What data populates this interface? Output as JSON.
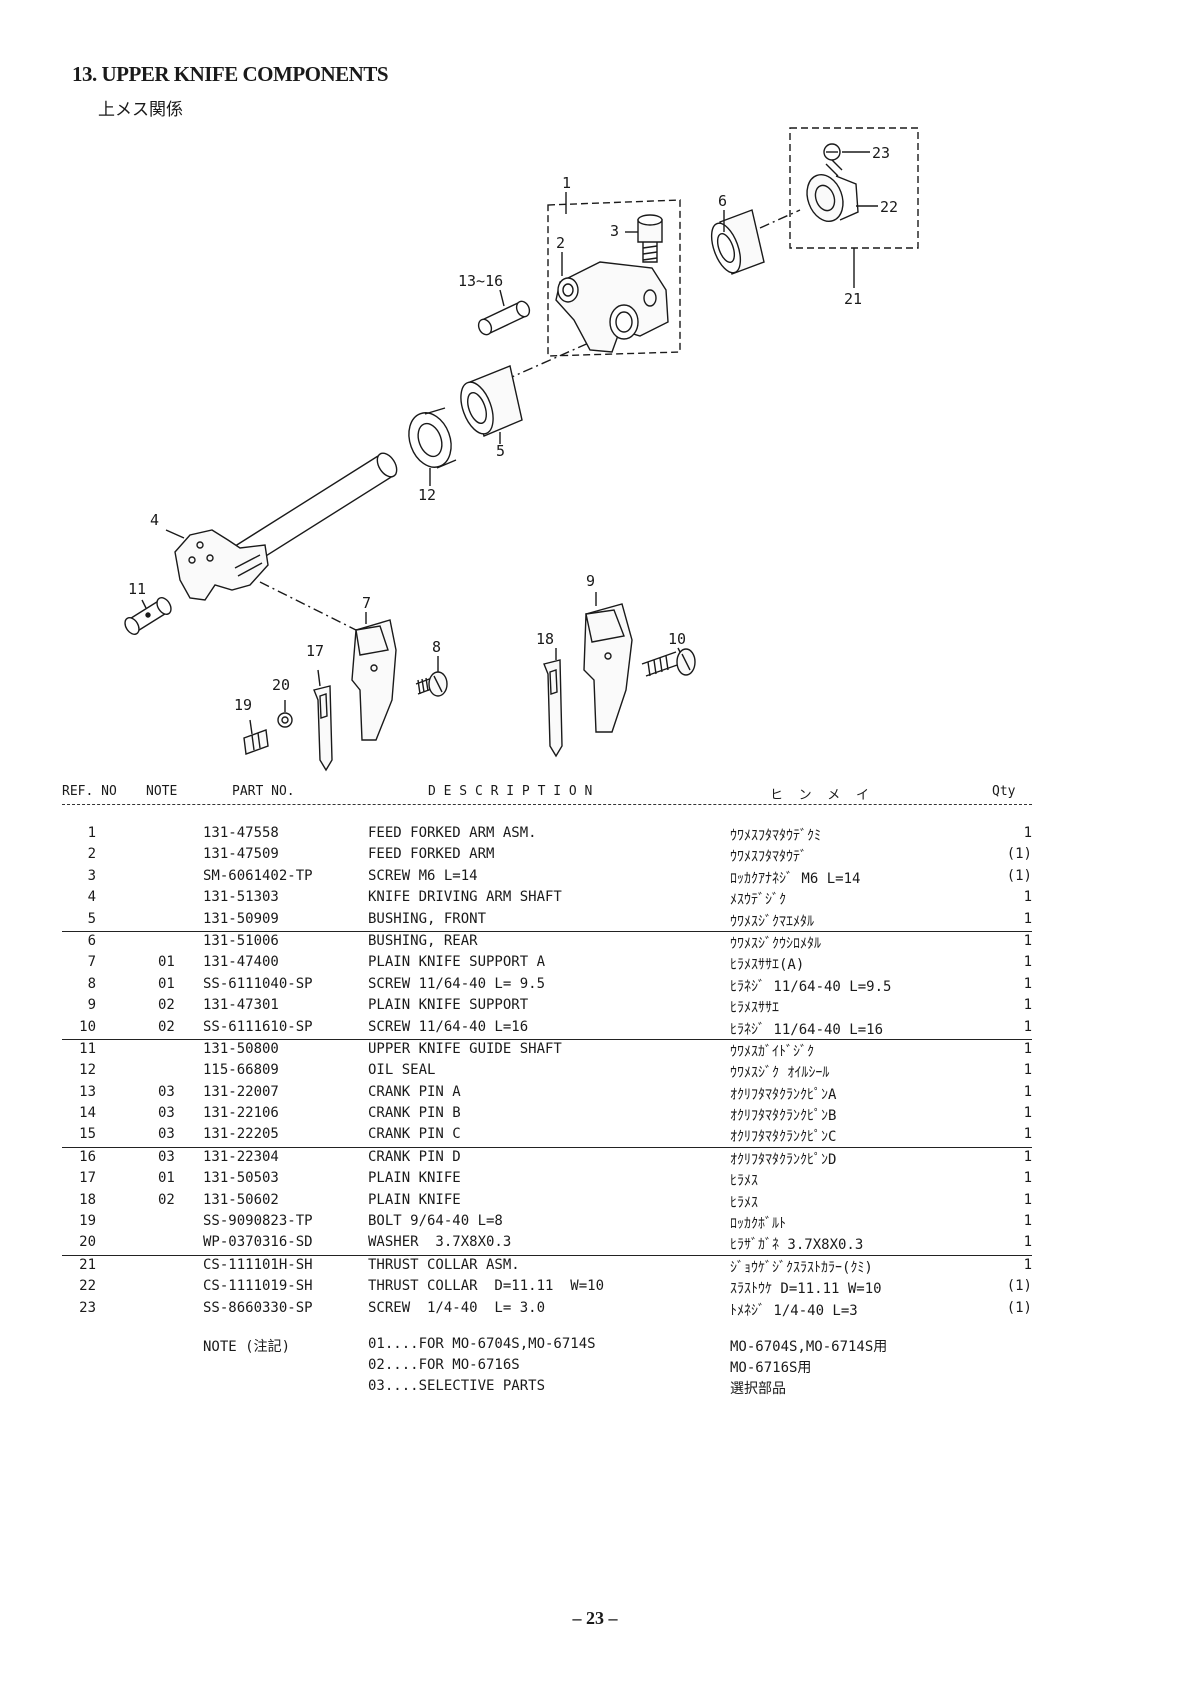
{
  "title": "13. UPPER KNIFE COMPONENTS",
  "subtitle": "上メス関係",
  "diagram": {
    "callouts": [
      "1",
      "2",
      "3",
      "13~16",
      "6",
      "23",
      "22",
      "21",
      "5",
      "12",
      "4",
      "11",
      "7",
      "8",
      "17",
      "20",
      "19",
      "9",
      "18",
      "10"
    ]
  },
  "table": {
    "headers": {
      "ref": "REF. NO",
      "note": "NOTE",
      "part": "PART NO.",
      "desc": "D E S C R I P T I O N",
      "kana": "ヒ  ン  メ  イ",
      "qty": "Qty"
    },
    "rows": [
      {
        "ref": "1",
        "note": "",
        "part": "131-47558",
        "desc": "FEED FORKED ARM ASM.",
        "kana": "ｳﾜﾒｽﾌﾀﾏﾀｳﾃﾞｸﾐ",
        "qty": "1"
      },
      {
        "ref": "2",
        "note": "",
        "part": "131-47509",
        "desc": "FEED FORKED ARM",
        "kana": "ｳﾜﾒｽﾌﾀﾏﾀｳﾃﾞ",
        "qty": "(1)"
      },
      {
        "ref": "3",
        "note": "",
        "part": "SM-6061402-TP",
        "desc": "SCREW M6 L=14",
        "kana": "ﾛｯｶｸｱﾅﾈｼﾞ M6 L=14",
        "qty": "(1)"
      },
      {
        "ref": "4",
        "note": "",
        "part": "131-51303",
        "desc": "KNIFE DRIVING ARM SHAFT",
        "kana": "ﾒｽｳﾃﾞｼﾞｸ",
        "qty": "1"
      },
      {
        "ref": "5",
        "note": "",
        "part": "131-50909",
        "desc": "BUSHING, FRONT",
        "kana": "ｳﾜﾒｽｼﾞｸﾏｴﾒﾀﾙ",
        "qty": "1"
      },
      {
        "ref": "6",
        "note": "",
        "part": "131-51006",
        "desc": "BUSHING, REAR",
        "kana": "ｳﾜﾒｽｼﾞｸｳｼﾛﾒﾀﾙ",
        "qty": "1"
      },
      {
        "ref": "7",
        "note": "01",
        "part": "131-47400",
        "desc": "PLAIN KNIFE SUPPORT A",
        "kana": "ﾋﾗﾒｽｻｻｴ(A)",
        "qty": "1"
      },
      {
        "ref": "8",
        "note": "01",
        "part": "SS-6111040-SP",
        "desc": "SCREW 11/64-40 L= 9.5",
        "kana": "ﾋﾗﾈｼﾞ 11/64-40 L=9.5",
        "qty": "1"
      },
      {
        "ref": "9",
        "note": "02",
        "part": "131-47301",
        "desc": "PLAIN KNIFE SUPPORT",
        "kana": "ﾋﾗﾒｽｻｻｴ",
        "qty": "1"
      },
      {
        "ref": "10",
        "note": "02",
        "part": "SS-6111610-SP",
        "desc": "SCREW 11/64-40 L=16",
        "kana": "ﾋﾗﾈｼﾞ 11/64-40 L=16",
        "qty": "1"
      },
      {
        "ref": "11",
        "note": "",
        "part": "131-50800",
        "desc": "UPPER KNIFE GUIDE SHAFT",
        "kana": "ｳﾜﾒｽｶﾞｲﾄﾞｼﾞｸ",
        "qty": "1"
      },
      {
        "ref": "12",
        "note": "",
        "part": "115-66809",
        "desc": "OIL SEAL",
        "kana": "ｳﾜﾒｽｼﾞｸ ｵｲﾙｼｰﾙ",
        "qty": "1"
      },
      {
        "ref": "13",
        "note": "03",
        "part": "131-22007",
        "desc": "CRANK PIN A",
        "kana": "ｵｸﾘﾌﾀﾏﾀｸﾗﾝｸﾋﾟﾝA",
        "qty": "1"
      },
      {
        "ref": "14",
        "note": "03",
        "part": "131-22106",
        "desc": "CRANK PIN B",
        "kana": "ｵｸﾘﾌﾀﾏﾀｸﾗﾝｸﾋﾟﾝB",
        "qty": "1"
      },
      {
        "ref": "15",
        "note": "03",
        "part": "131-22205",
        "desc": "CRANK PIN C",
        "kana": "ｵｸﾘﾌﾀﾏﾀｸﾗﾝｸﾋﾟﾝC",
        "qty": "1"
      },
      {
        "ref": "16",
        "note": "03",
        "part": "131-22304",
        "desc": "CRANK PIN D",
        "kana": "ｵｸﾘﾌﾀﾏﾀｸﾗﾝｸﾋﾟﾝD",
        "qty": "1"
      },
      {
        "ref": "17",
        "note": "01",
        "part": "131-50503",
        "desc": "PLAIN KNIFE",
        "kana": "ﾋﾗﾒｽ",
        "qty": "1"
      },
      {
        "ref": "18",
        "note": "02",
        "part": "131-50602",
        "desc": "PLAIN KNIFE",
        "kana": "ﾋﾗﾒｽ",
        "qty": "1"
      },
      {
        "ref": "19",
        "note": "",
        "part": "SS-9090823-TP",
        "desc": "BOLT 9/64-40 L=8",
        "kana": "ﾛｯｶｸﾎﾞﾙﾄ",
        "qty": "1"
      },
      {
        "ref": "20",
        "note": "",
        "part": "WP-0370316-SD",
        "desc": "WASHER  3.7X8X0.3",
        "kana": "ﾋﾗｻﾞｶﾞﾈ 3.7X8X0.3",
        "qty": "1"
      },
      {
        "ref": "21",
        "note": "",
        "part": "CS-111101H-SH",
        "desc": "THRUST COLLAR ASM.",
        "kana": "ｼﾞｮｳｹﾞｼﾞｸｽﾗｽﾄｶﾗｰ(ｸﾐ)",
        "qty": "1"
      },
      {
        "ref": "22",
        "note": "",
        "part": "CS-1111019-SH",
        "desc": "THRUST COLLAR  D=11.11  W=10",
        "kana": "ｽﾗｽﾄｳｹ D=11.11 W=10",
        "qty": "(1)"
      },
      {
        "ref": "23",
        "note": "",
        "part": "SS-8660330-SP",
        "desc": "SCREW  1/4-40  L= 3.0",
        "kana": "ﾄﾒﾈｼﾞ 1/4-40 L=3",
        "qty": "(1)"
      }
    ]
  },
  "notes": {
    "label": "NOTE (注記)",
    "items": [
      {
        "desc": "01....FOR MO-6704S,MO-6714S",
        "jp": "MO-6704S,MO-6714S用"
      },
      {
        "desc": "02....FOR MO-6716S",
        "jp": "MO-6716S用"
      },
      {
        "desc": "03....SELECTIVE PARTS",
        "jp": "選択部品"
      }
    ]
  },
  "page_number": "– 23 –"
}
